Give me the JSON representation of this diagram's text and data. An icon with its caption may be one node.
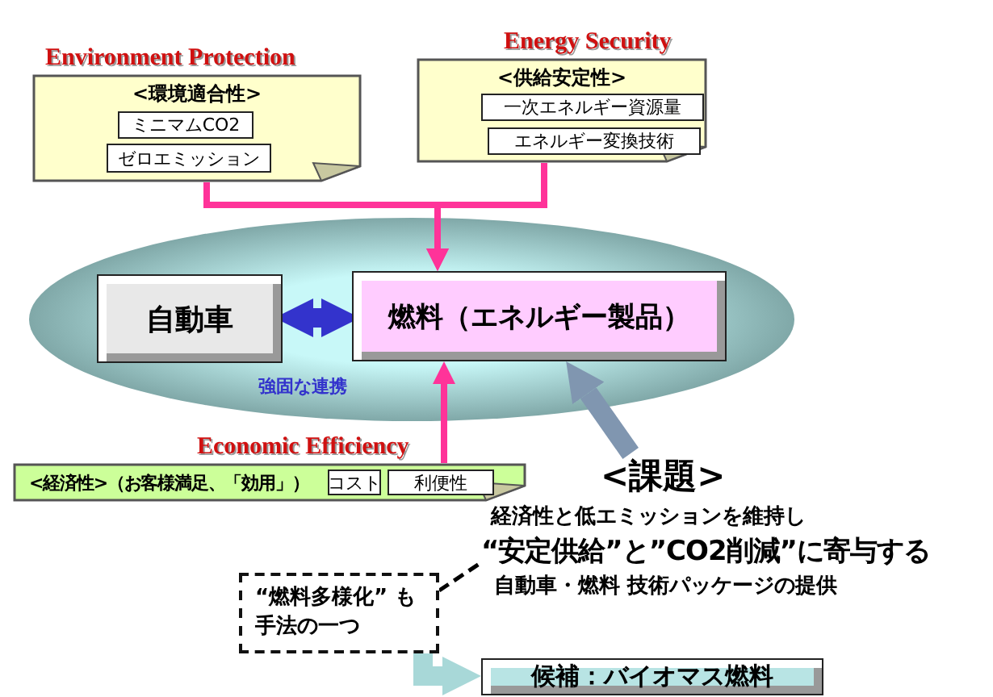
{
  "diagram": {
    "nodes": [
      {
        "text": [
          "Environment Protection",
          "<環境適合性>"
        ]
      },
      {
        "text": [
          "ミニマムCO2"
        ],
        "in": 0
      },
      {
        "text": [
          "ゼロエミッション"
        ],
        "in": 0
      },
      {
        "text": [
          "Energy Security",
          "<供給安定性>"
        ]
      },
      {
        "text": [
          "一次エネルギー資源量"
        ],
        "in": 3
      },
      {
        "text": [
          "エネルギー変換技術"
        ],
        "in": 3
      },
      {
        "text": [
          "自動車"
        ]
      },
      {
        "text": [
          "燃料（エネルギー製品）"
        ]
      },
      {
        "text": [
          "Economic Efficiency",
          "<経済性>（お客様満足、「効用」）"
        ]
      },
      {
        "text": [
          "コスト"
        ],
        "in": 8
      },
      {
        "text": [
          "利便性"
        ],
        "in": 8
      },
      {
        "text": [
          "<課題>",
          "経済性と低エミッションを維持し",
          "“安定供給”と”CO2削減”に寄与する",
          "自動車・燃料 技術パッケージの提供"
        ]
      },
      {
        "text": [
          "“燃料多様化” も手法の一つ"
        ]
      },
      {
        "text": [
          "候補：バイオマス燃料"
        ]
      }
    ],
    "edges": [
      {
        "from": 0,
        "to": 7,
        "arrow": "to"
      },
      {
        "from": 3,
        "to": 7,
        "arrow": "to"
      },
      {
        "from": 8,
        "to": 7,
        "arrow": "to"
      },
      {
        "from": 6,
        "to": 7,
        "arrow": "both",
        "label": "強固な連携",
        "style": "thick",
        "color": "#3333cc"
      },
      {
        "from": 11,
        "to": 7,
        "arrow": "to",
        "style": "thick",
        "color": "#8096b0"
      },
      {
        "from": 12,
        "to": 11,
        "arrow": "none",
        "style": "dashed",
        "color": "#000000"
      },
      {
        "from": 12,
        "to": 13,
        "arrow": "to",
        "style": "thick",
        "color": "#a8d8d8"
      }
    ]
  }
}
